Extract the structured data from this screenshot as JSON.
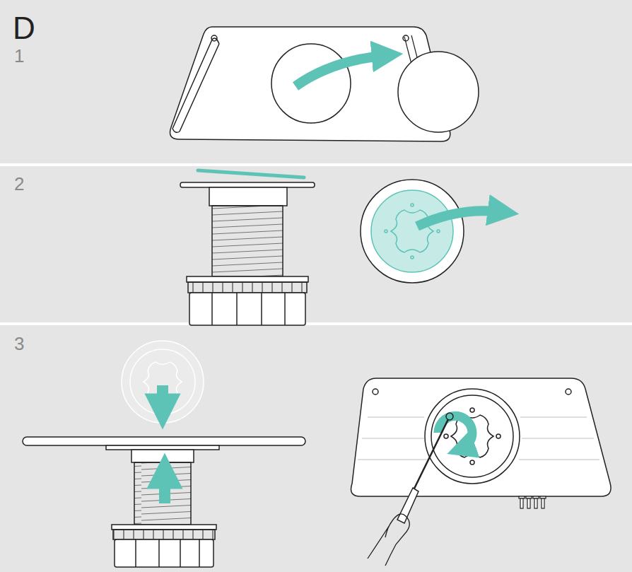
{
  "diagram": {
    "title": "D",
    "labels": [
      "1",
      "2",
      "3"
    ]
  }
}
